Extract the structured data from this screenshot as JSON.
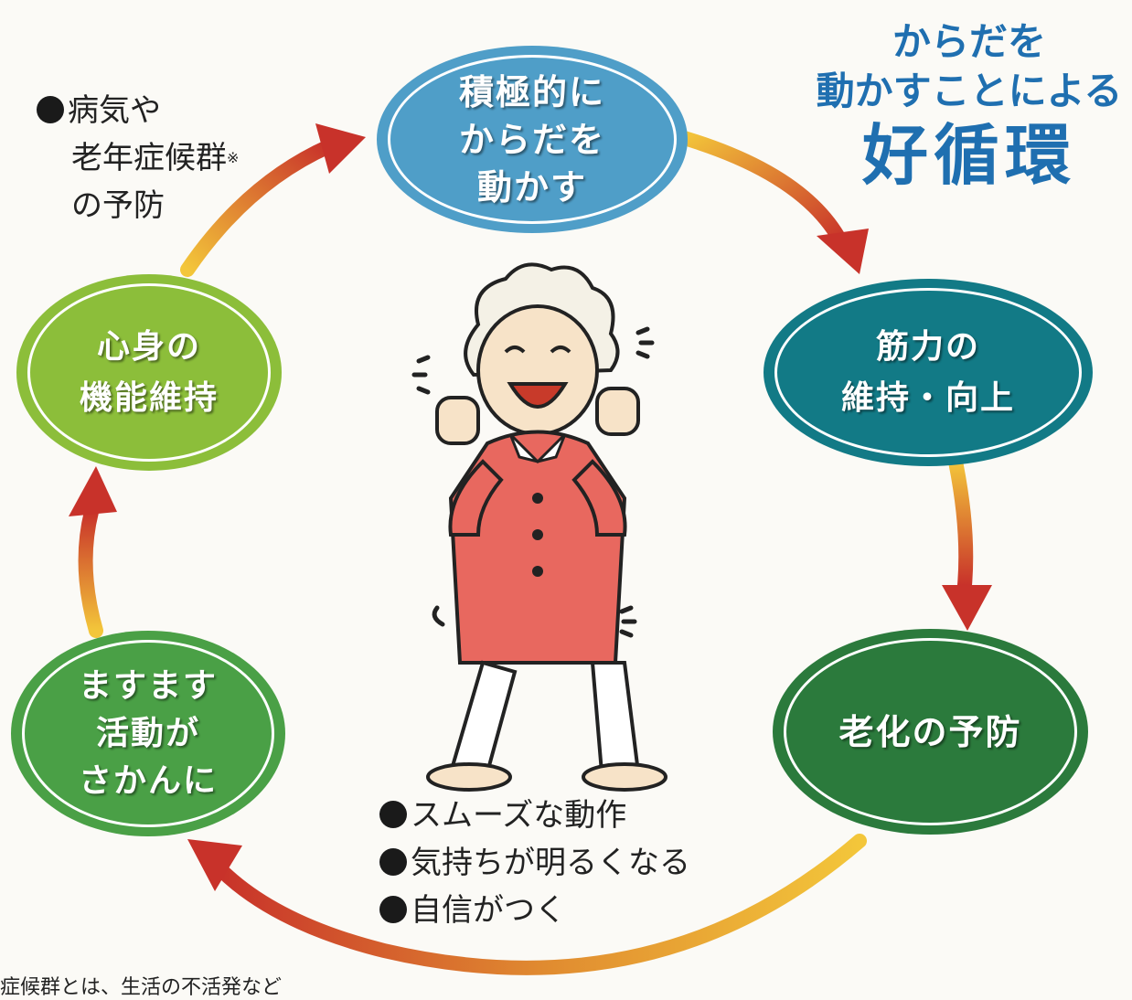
{
  "title": {
    "line1": "からだを",
    "line2": "動かすことによる",
    "line3": "好循環"
  },
  "nodes": [
    {
      "key": "move",
      "label": "積極的に\nからだを\n動かす",
      "color": "#4f9ec8"
    },
    {
      "key": "muscle",
      "label": "筋力の\n維持・向上",
      "color": "#127a86"
    },
    {
      "key": "aging",
      "label": "老化の予防",
      "color": "#2b7a3c"
    },
    {
      "key": "active",
      "label": "ますます\n活動が\nさかんに",
      "color": "#4aa046"
    },
    {
      "key": "function",
      "label": "心身の\n機能維持",
      "color": "#8cbe3a"
    }
  ],
  "notes_left": {
    "line1": "病気や",
    "line2": "老年症候群",
    "mark": "※",
    "line3": "の予防"
  },
  "notes_center": [
    "スムーズな動作",
    "気持ちが明るくなる",
    "自信がつく"
  ],
  "footnote": "症候群とは、生活の不活発など",
  "colors": {
    "arrow_start": "#f3c63a",
    "arrow_end": "#c8322a",
    "title": "#1f6fb0"
  }
}
